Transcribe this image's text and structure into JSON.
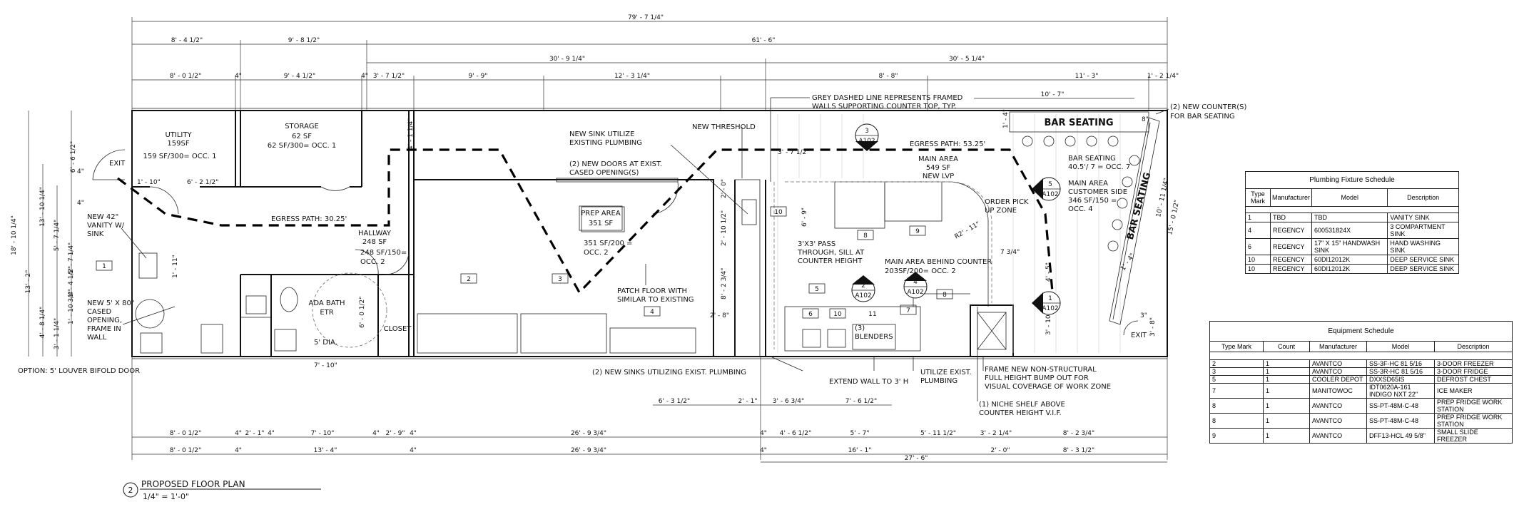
{
  "title": {
    "number": "2",
    "name": "PROPOSED FLOOR PLAN",
    "scale": "1/4\" = 1'-0\""
  },
  "dimensions": {
    "overall": "79' - 7 1/4\"",
    "row2": [
      "8' - 4 1/2\"",
      "9' - 8 1/2\"",
      "61' - 6\""
    ],
    "row3": [
      "30' - 9 1/4\"",
      "30' - 5 1/4\""
    ],
    "row4": [
      "8' - 0 1/2\"",
      "4\"",
      "9' - 4 1/2\"",
      "4\"",
      "3' - 7 1/2\"",
      "9' - 9\"",
      "12' - 3 1/4\"",
      "8' - 8\"",
      "11' - 3\"",
      "1' - 2 1/4\""
    ],
    "bottom1": [
      "8' - 0 1/2\"",
      "4\"",
      "2' - 1\"",
      "4\"",
      "7' - 10\"",
      "4\"",
      "2' - 9\"",
      "4\"",
      "26' - 9 3/4\"",
      "4\"",
      "4' - 6 1/2\"",
      "5' - 7\"",
      "5' - 11 1/2\"",
      "3' - 2 1/4\"",
      "8' - 2 3/4\""
    ],
    "bottom2": [
      "8' - 0 1/2\"",
      "4\"",
      "13' - 4\"",
      "4\"",
      "26' - 9 3/4\"",
      "4\"",
      "16' - 1\"",
      "27' - 6\"",
      "2' - 0\"",
      "8' - 3 1/2\""
    ],
    "left": [
      "18' - 10 1/4\"",
      "13' - 2\"",
      "13' - 10 1/4\"",
      "5' - 7 1/4\"",
      "5' - 7 1/4\"",
      "4' - 8 1/4\"",
      "3' - 1 1/4\"",
      "1' - 10 3/4\"",
      "1' - 4 1/2\"",
      "6' - 6 1/2\"",
      "4\"",
      "4\""
    ],
    "misc": [
      "1' - 10\"",
      "6' - 2 1/2\"",
      "7' - 10\"",
      "1' - 11\"",
      "6' - 0 1/2\"",
      "4' - 1 1/4\"",
      "10' - 7\"",
      "3' - 7 1/2\"",
      "2' - 10 1/2\"",
      "2' - 0\"",
      "8' - 2 3/4\"",
      "2' - 8\"",
      "6' - 3 1/2\"",
      "2' - 1\"",
      "3' - 6 3/4\"",
      "7' - 6 1/2\"",
      "6' - 9\"",
      "R2' - 11\"",
      "7 3/4\"",
      "4' - 5\"",
      "3' - 10 1/4\"",
      "3' - 8\"",
      "1' - 4\"",
      "10' - 11 1/4\"",
      "15' - 0 1/2\"",
      "1' - 4\"",
      "3\"",
      "8\""
    ]
  },
  "rooms": {
    "utility": [
      "UTILITY",
      "159SF",
      "159 SF/300= OCC. 1"
    ],
    "storage": [
      "STORAGE",
      "62 SF",
      "62 SF/300= OCC. 1"
    ],
    "hallway": [
      "HALLWAY",
      "248 SF",
      "248 SF/150=",
      "OCC. 2"
    ],
    "prep": [
      "PREP AREA",
      "351 SF"
    ],
    "prep_occ": [
      "351 SF/200 =",
      "OCC. 2"
    ],
    "main": [
      "MAIN AREA",
      "549 SF",
      "NEW LVP"
    ],
    "main_customer": [
      "MAIN AREA",
      "CUSTOMER SIDE",
      "346 SF/150 =",
      "OCC. 4"
    ],
    "bar_occ": [
      "BAR SEATING",
      "40.5'/ 7 = OCC. 7"
    ],
    "main_behind": [
      "MAIN AREA BEHIND COUNTER",
      "203SF/200= OCC. 2"
    ],
    "ada": [
      "ADA BATH",
      "ETR"
    ],
    "closet": "CLOSET",
    "exit": "EXIT",
    "bar_seating_1": "BAR SEATING",
    "bar_seating_2": "BAR SEATING",
    "egress1": "EGRESS PATH: 30.25'",
    "egress2": "EGRESS PATH: 53.25'",
    "dia": "5' DIA.",
    "order": [
      "ORDER PICK",
      "UP ZONE"
    ],
    "blenders": [
      "(3)",
      "BLENDERS"
    ]
  },
  "notes": {
    "vanity": [
      "NEW 42\"",
      "VANITY W/",
      "SINK"
    ],
    "cased": [
      "NEW 5' X 80\"",
      "CASED",
      "OPENING,",
      "FRAME IN",
      "WALL"
    ],
    "louver": "OPTION: 5' LOUVER BIFOLD DOOR",
    "new_sink": [
      "NEW SINK UTILIZE",
      "EXISTING PLUMBING"
    ],
    "new_doors": [
      "(2) NEW DOORS AT EXIST.",
      "CASED OPENING(S)"
    ],
    "threshold": "NEW THRESHOLD",
    "grey_dashed": [
      "GREY DASHED LINE REPRESENTS FRAMED",
      "WALLS SUPPORTING COUNTER TOP, TYP."
    ],
    "new_counters": [
      "(2) NEW COUNTER(S)",
      "FOR BAR SEATING"
    ],
    "pass_through": [
      "3'X3' PASS",
      "THROUGH, SILL AT",
      "COUNTER HEIGHT"
    ],
    "patch": [
      "PATCH FLOOR WITH",
      "SIMILAR TO EXISTING"
    ],
    "new_sinks": "(2) NEW SINKS UTILIZING EXIST. PLUMBING",
    "extend_wall": "EXTEND WALL  TO 3' H",
    "utilize": [
      "UTILIZE EXIST.",
      "PLUMBING"
    ],
    "frame": [
      "FRAME NEW NON-STRUCTURAL",
      "FULL HEIGHT BUMP OUT FOR",
      "VISUAL COVERAGE OF WORK ZONE"
    ],
    "niche": [
      "(1) NICHE SHELF ABOVE",
      "COUNTER HEIGHT V.I.F."
    ]
  },
  "tags": [
    "1",
    "2",
    "3",
    "4",
    "5",
    "6",
    "7",
    "8",
    "9",
    "10",
    "10",
    "11",
    "8"
  ],
  "section_marks": [
    {
      "num": "3",
      "sheet": "A102"
    },
    {
      "num": "5",
      "sheet": "A102"
    },
    {
      "num": "2",
      "sheet": "A102"
    },
    {
      "num": "4",
      "sheet": "A102"
    },
    {
      "num": "1",
      "sheet": "A102"
    }
  ],
  "plumbing_schedule": {
    "title": "Plumbing Fixture Schedule",
    "headers": [
      "Type Mark",
      "Manufacturer",
      "Model",
      "Description"
    ],
    "rows": [
      [
        "1",
        "TBD",
        "TBD",
        "VANITY SINK"
      ],
      [
        "4",
        "REGENCY",
        "600531824X",
        "3 COMPARTMENT SINK"
      ],
      [
        "6",
        "REGENCY",
        "17\" X 15\" HANDWASH SINK",
        "HAND WASHING SINK"
      ],
      [
        "10",
        "REGENCY",
        "60DI12012K",
        "DEEP SERVICE SINK"
      ],
      [
        "10",
        "REGENCY",
        "60DI12012K",
        "DEEP SERVICE SINK"
      ]
    ]
  },
  "equipment_schedule": {
    "title": "Equipment Schedule",
    "headers": [
      "Type Mark",
      "Count",
      "Manufacturer",
      "Model",
      "Description"
    ],
    "rows": [
      [
        "2",
        "1",
        "AVANTCO",
        "SS-3F-HC 81 5/16",
        "3-DOOR FREEZER"
      ],
      [
        "3",
        "1",
        "AVANTCO",
        "SS-3R-HC 81 5/16",
        "3-DOOR FRIDGE"
      ],
      [
        "5",
        "1",
        "COOLER DEPOT",
        "DXXSD65IS",
        "DEFROST CHEST"
      ],
      [
        "7",
        "1",
        "MANITOWOC",
        "IDT0620A-161 INDIGO NXT 22\"",
        "ICE MAKER"
      ],
      [
        "8",
        "1",
        "AVANTCO",
        "SS-PT-48M-C-48",
        "PREP FRIDGE WORK STATION"
      ],
      [
        "8",
        "1",
        "AVANTCO",
        "SS-PT-48M-C-48",
        "PREP FRIDGE WORK STATION"
      ],
      [
        "9",
        "1",
        "AVANTCO",
        "DFF13-HCL 49 5/8\"",
        "SMALL SLIDE FREEZER"
      ]
    ]
  }
}
